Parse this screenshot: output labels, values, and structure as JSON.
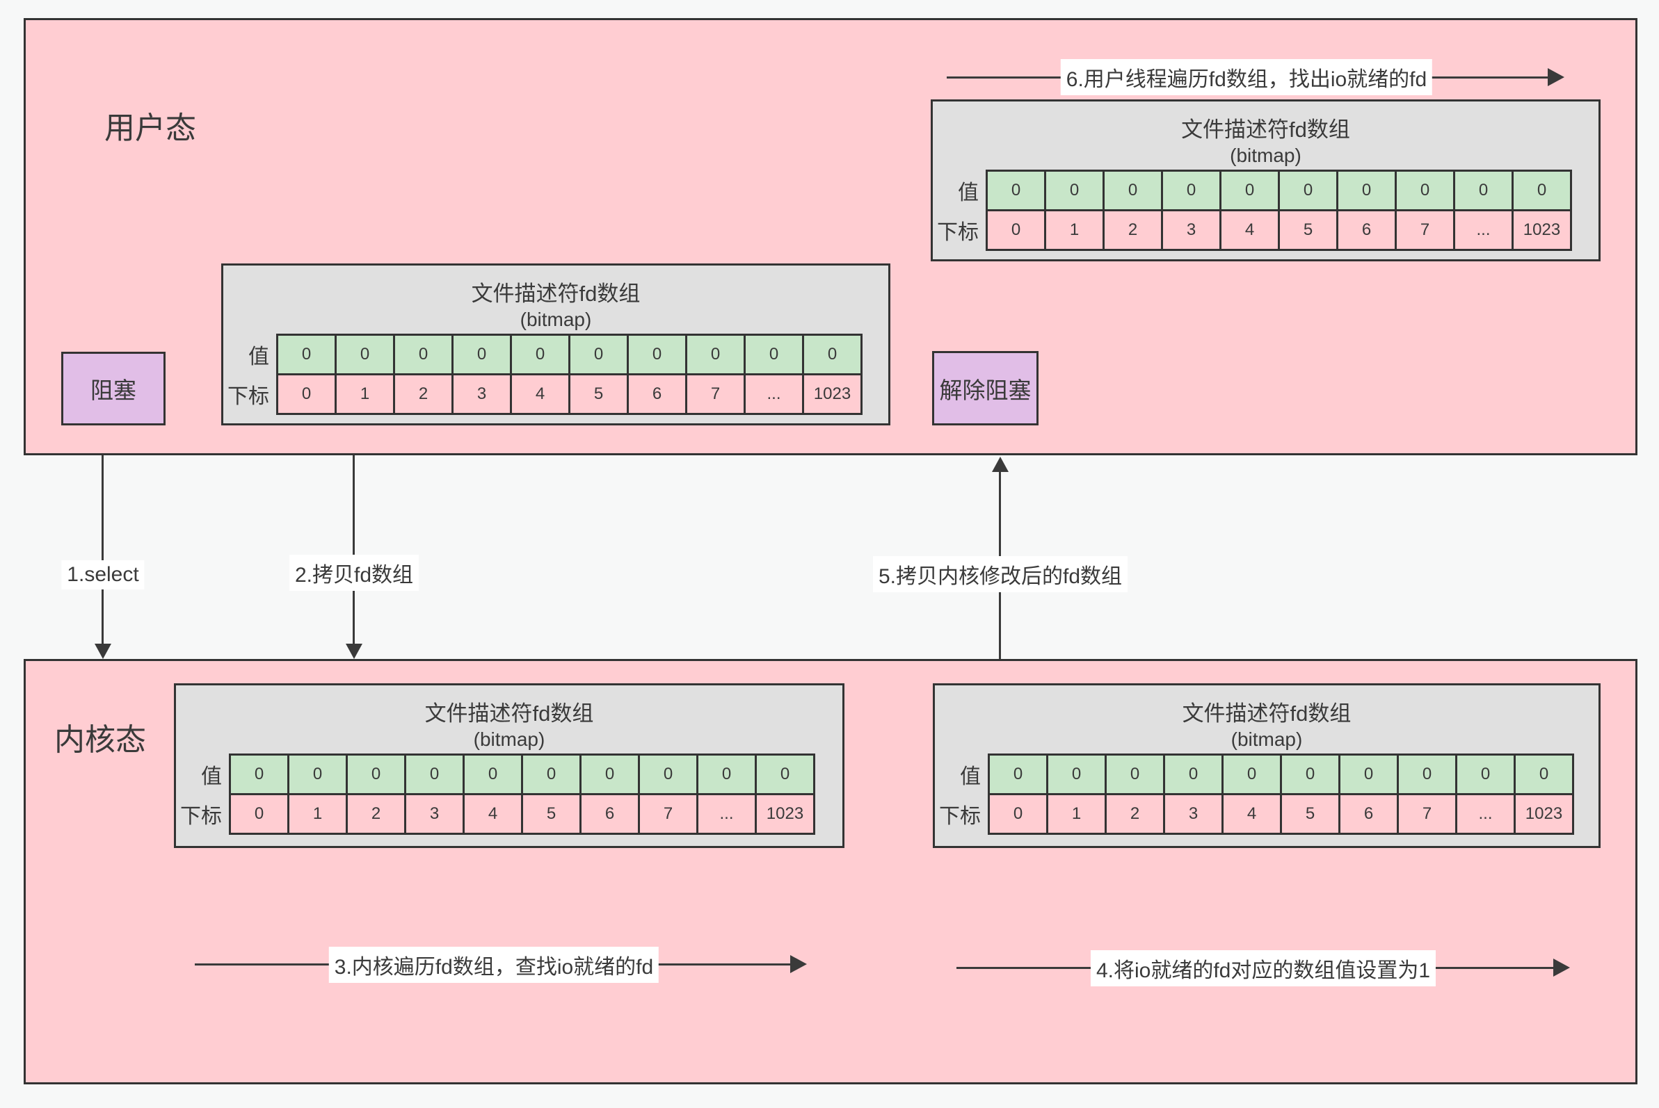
{
  "colors": {
    "background": "#f7f8f8",
    "mode_box_fill": "#ffcdd2",
    "table_box_fill": "#e0e0e0",
    "value_cell_fill": "#c8e6c9",
    "index_cell_fill": "#ffcdd2",
    "action_box_fill": "#e1bee7",
    "border": "#333333",
    "text": "#3a3a3a"
  },
  "user_mode": {
    "label": "用户态",
    "block_label": "阻塞",
    "unblock_label": "解除阻塞"
  },
  "kernel_mode": {
    "label": "内核态"
  },
  "fd_table": {
    "title": "文件描述符fd数组",
    "subtitle": "(bitmap)",
    "value_row_label": "值",
    "index_row_label": "下标",
    "values": [
      "0",
      "0",
      "0",
      "0",
      "0",
      "0",
      "0",
      "0",
      "0",
      "0"
    ],
    "indexes": [
      "0",
      "1",
      "2",
      "3",
      "4",
      "5",
      "6",
      "7",
      "...",
      "1023"
    ]
  },
  "steps": {
    "step1": "1.select",
    "step2": "2.拷贝fd数组",
    "step3": "3.内核遍历fd数组，查找io就绪的fd",
    "step4": "4.将io就绪的fd对应的数组值设置为1",
    "step5": "5.拷贝内核修改后的fd数组",
    "step6": "6.用户线程遍历fd数组，找出io就绪的fd"
  }
}
